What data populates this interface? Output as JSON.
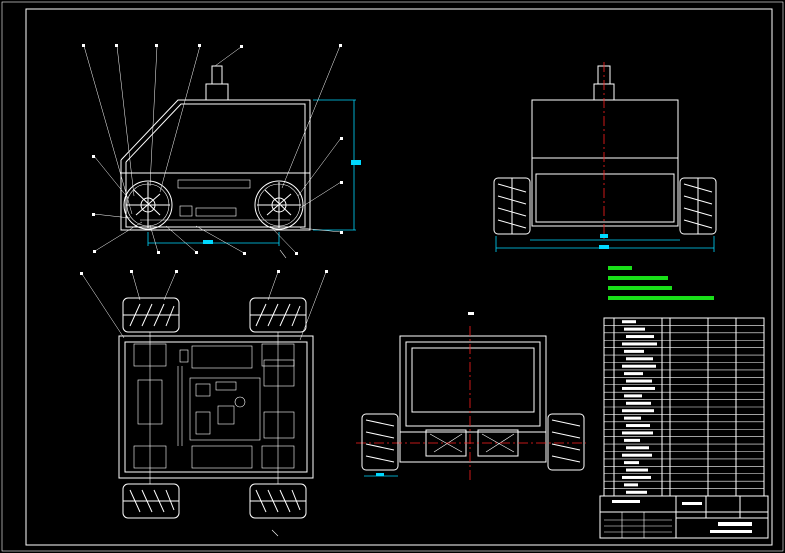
{
  "sheet": {
    "background": "#000000",
    "line_color": "#ffffff",
    "dimension_color": "#00d8ff",
    "centerline_color": "#ff2020",
    "notes_color": "#19e019"
  },
  "views": [
    {
      "name": "front-view",
      "component": "mecanum-wheel-chassis"
    },
    {
      "name": "side-view",
      "component": "mecanum-wheel-chassis"
    },
    {
      "name": "top-view",
      "component": "mecanum-wheel-chassis"
    },
    {
      "name": "section-view",
      "component": "mecanum-wheel-chassis"
    }
  ],
  "technical_notes": {
    "heading_color": "#19e019",
    "line_count": 4
  },
  "parts_list": {
    "rows": 24
  },
  "title_block": {
    "rows": 3
  },
  "icons": [
    "mecanum-wheel-icon",
    "camera-mast-icon",
    "control-board-icon"
  ]
}
